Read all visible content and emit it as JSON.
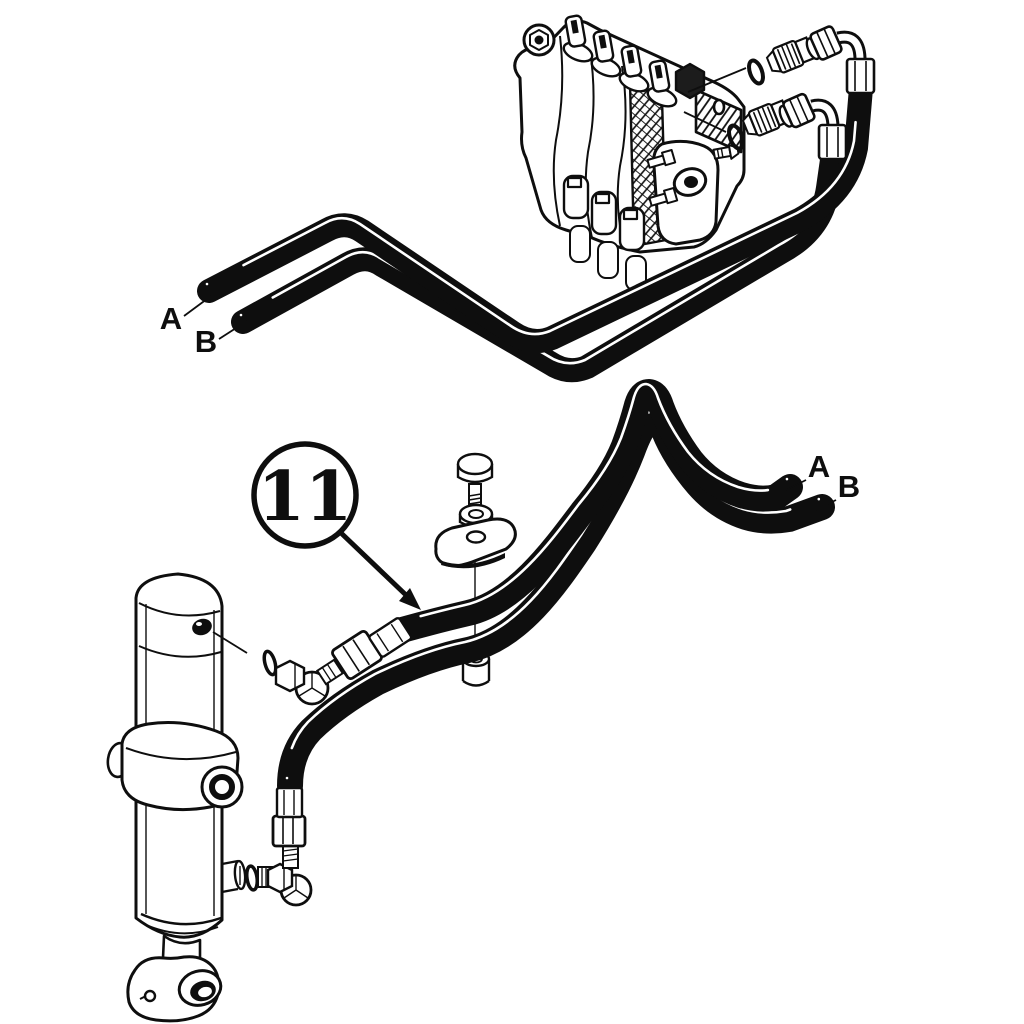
{
  "diagram": {
    "type": "exploded-parts-diagram",
    "background": "#ffffff",
    "ink": "#0e0e0e",
    "callout_number": "11",
    "labels": {
      "upper_left_hose_a": "A",
      "upper_left_hose_b": "B",
      "lower_right_hose_a": "A",
      "lower_right_hose_b": "B"
    }
  }
}
